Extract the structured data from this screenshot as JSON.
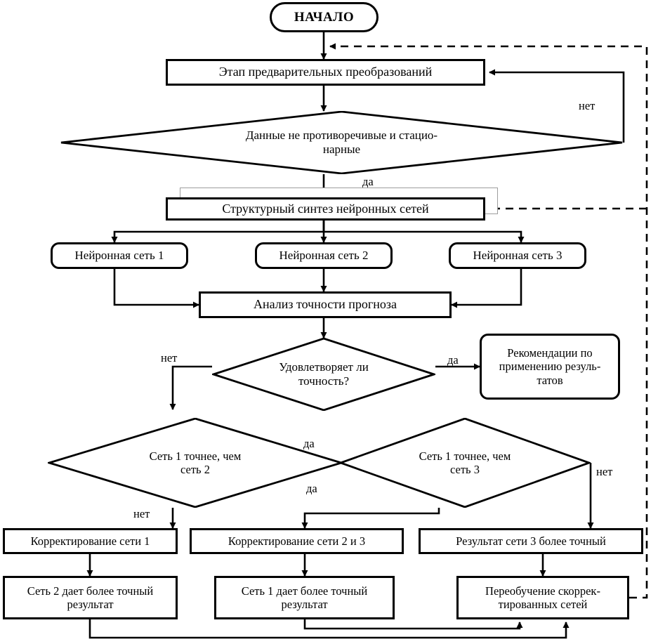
{
  "diagram": {
    "title": "Блок-схема алгоритма нейросетевого прогнозирования",
    "language": "ru",
    "stroke_color": "#000000",
    "background_color": "#ffffff",
    "shadow_color": "#9d9d9d"
  },
  "nodes": {
    "start": {
      "label": "НАЧАЛО",
      "shape": "stadium"
    },
    "preprocess": {
      "label": "Этап предварительных преобразований",
      "shape": "rect"
    },
    "data_check": {
      "line1": "Данные не противоречивые и стацио-",
      "line2": "нарные",
      "shape": "diamond"
    },
    "structural_synthesis": {
      "label": "Структурный синтез нейронных сетей",
      "shape": "rect"
    },
    "net1": {
      "label": "Нейронная сеть 1",
      "shape": "round"
    },
    "net2": {
      "label": "Нейронная сеть 2",
      "shape": "round"
    },
    "net3": {
      "label": "Нейронная сеть 3",
      "shape": "round"
    },
    "accuracy_analysis": {
      "label": "Анализ точности прогноза",
      "shape": "rect"
    },
    "accuracy_check": {
      "line1": "Удовлетворяет ли",
      "line2": "точность?",
      "shape": "diamond"
    },
    "recommendations": {
      "line1": "Рекомендации по",
      "line2": "применению резуль-",
      "line3": "татов",
      "shape": "round"
    },
    "cmp_1_2": {
      "line1": "Сеть 1 точнее, чем",
      "line2": "сеть 2",
      "shape": "diamond"
    },
    "cmp_1_3": {
      "line1": "Сеть 1 точнее, чем",
      "line2": "сеть 3",
      "shape": "diamond"
    },
    "correct_net1": {
      "label": "Корректирование сети 1",
      "shape": "rect"
    },
    "correct_net23": {
      "label": "Корректирование сети 2 и 3",
      "shape": "rect"
    },
    "net3_more_accurate": {
      "label": "Результат сети 3 более точный",
      "shape": "rect"
    },
    "net2_better": {
      "line1": "Сеть 2 дает более точный",
      "line2": "результат",
      "shape": "rect"
    },
    "net1_better": {
      "line1": "Сеть 1 дает более точный",
      "line2": "результат",
      "shape": "rect"
    },
    "retrain": {
      "line1": "Переобучение скоррек-",
      "line2": "тированных сетей",
      "shape": "rect"
    }
  },
  "edge_labels": {
    "data_check_no": "нет",
    "data_check_yes": "да",
    "accuracy_no": "нет",
    "accuracy_yes": "да",
    "cmp12_yes": "да",
    "cmp12_no": "нет",
    "cmp13_yes": "да",
    "cmp13_no": "нет"
  }
}
